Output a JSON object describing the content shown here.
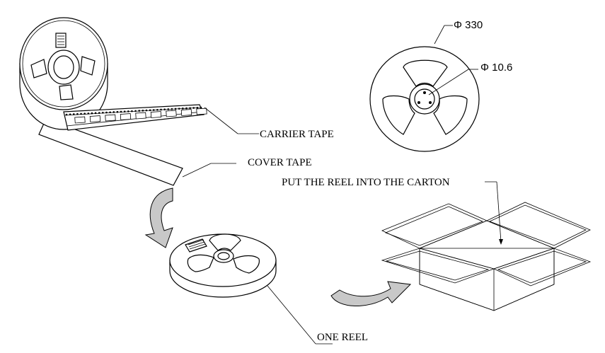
{
  "labels": {
    "carrier_tape": "CARRIER TAPE",
    "cover_tape": "COVER TAPE",
    "put_reel": "PUT THE REEL INTO THE CARTON",
    "one_reel": "ONE REEL"
  },
  "dimensions": {
    "reel_diameter": "Φ 330",
    "hub_diameter": "Φ 10.6"
  }
}
